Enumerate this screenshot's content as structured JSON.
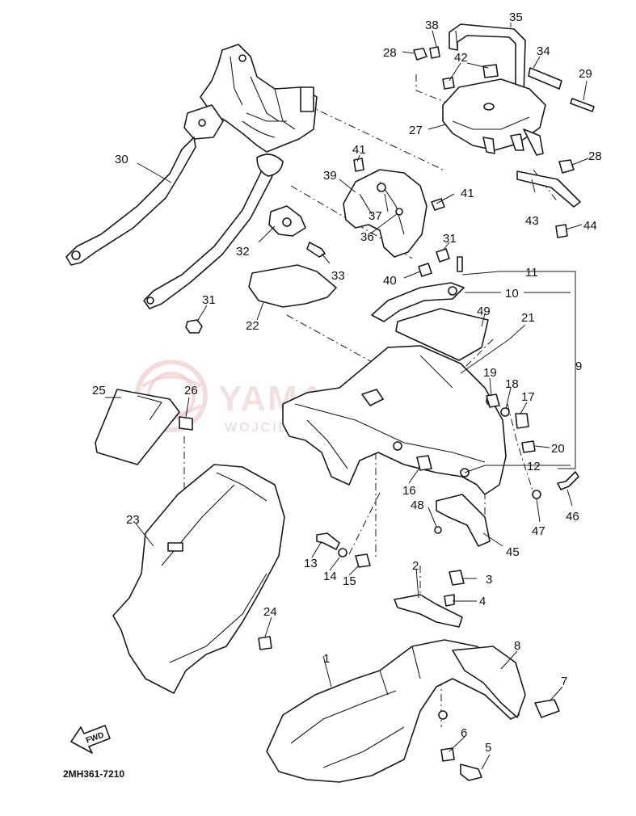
{
  "diagram": {
    "reference_code": "2MH361-7210",
    "direction_label": "FWD",
    "watermark": {
      "main": "YAMA-SKLEP",
      "sub": "WOJCIECH ... DEALER YAMAHA"
    },
    "callouts": [
      {
        "id": "c1",
        "label": "1"
      },
      {
        "id": "c2",
        "label": "2"
      },
      {
        "id": "c3",
        "label": "3"
      },
      {
        "id": "c4",
        "label": "4"
      },
      {
        "id": "c5",
        "label": "5"
      },
      {
        "id": "c6",
        "label": "6"
      },
      {
        "id": "c7",
        "label": "7"
      },
      {
        "id": "c8",
        "label": "8"
      },
      {
        "id": "c9",
        "label": "9"
      },
      {
        "id": "c10",
        "label": "10"
      },
      {
        "id": "c11",
        "label": "11"
      },
      {
        "id": "c12",
        "label": "12"
      },
      {
        "id": "c13",
        "label": "13"
      },
      {
        "id": "c14",
        "label": "14"
      },
      {
        "id": "c15",
        "label": "15"
      },
      {
        "id": "c16",
        "label": "16"
      },
      {
        "id": "c17",
        "label": "17"
      },
      {
        "id": "c18",
        "label": "18"
      },
      {
        "id": "c19",
        "label": "19"
      },
      {
        "id": "c20",
        "label": "20"
      },
      {
        "id": "c21",
        "label": "21"
      },
      {
        "id": "c22",
        "label": "22"
      },
      {
        "id": "c23",
        "label": "23"
      },
      {
        "id": "c24",
        "label": "24"
      },
      {
        "id": "c25",
        "label": "25"
      },
      {
        "id": "c26",
        "label": "26"
      },
      {
        "id": "c27",
        "label": "27"
      },
      {
        "id": "c28a",
        "label": "28"
      },
      {
        "id": "c28b",
        "label": "28"
      },
      {
        "id": "c29",
        "label": "29"
      },
      {
        "id": "c30",
        "label": "30"
      },
      {
        "id": "c31a",
        "label": "31"
      },
      {
        "id": "c31b",
        "label": "31"
      },
      {
        "id": "c32",
        "label": "32"
      },
      {
        "id": "c33",
        "label": "33"
      },
      {
        "id": "c34",
        "label": "34"
      },
      {
        "id": "c35",
        "label": "35"
      },
      {
        "id": "c36",
        "label": "36"
      },
      {
        "id": "c37",
        "label": "37"
      },
      {
        "id": "c38",
        "label": "38"
      },
      {
        "id": "c39",
        "label": "39"
      },
      {
        "id": "c40",
        "label": "40"
      },
      {
        "id": "c41a",
        "label": "41"
      },
      {
        "id": "c41b",
        "label": "41"
      },
      {
        "id": "c42",
        "label": "42"
      },
      {
        "id": "c43",
        "label": "43"
      },
      {
        "id": "c44",
        "label": "44"
      },
      {
        "id": "c45",
        "label": "45"
      },
      {
        "id": "c46",
        "label": "46"
      },
      {
        "id": "c47",
        "label": "47"
      },
      {
        "id": "c48",
        "label": "48"
      },
      {
        "id": "c49",
        "label": "49"
      }
    ]
  }
}
